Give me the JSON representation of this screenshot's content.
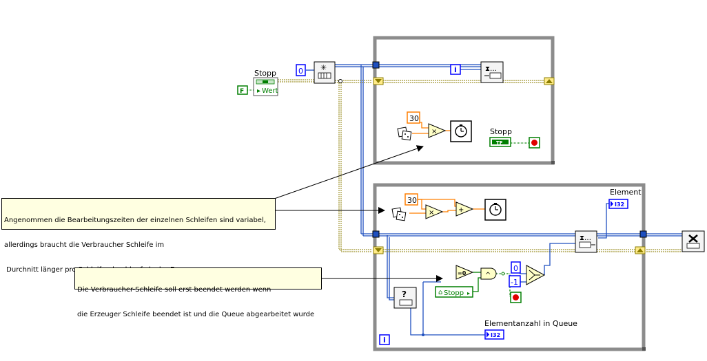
{
  "labels": {
    "stopp_control": "Stopp",
    "wert": "Wert",
    "false_const": "F",
    "const_zero": "0",
    "const_30_top": "30",
    "stopp_top": "Stopp",
    "tf_label": "TF",
    "const_30_bottom": "30",
    "element": "Element",
    "i32": "I32",
    "const_zero_bottom": "0",
    "const_minus_one": "-1",
    "stopp_local": "Stopp",
    "elementanzahl": "Elementanzahl in Queue",
    "i32_bottom": "I32",
    "iter_top": "i",
    "iter_bottom": "i",
    "question": "?",
    "eq_zero": "=0",
    "and": "^",
    "times": "×",
    "plus": "+"
  },
  "notes": {
    "note1": [
      "Angenommen die Bearbeitungszeiten der einzelnen Schleifen sind variabel,",
      "allerdings braucht die Verbraucher Schleife im",
      " Durchnitt länger pro Schleifendurchlauf als der Erzeuger."
    ],
    "note2": [
      "Die Verbraucher-Schleife soll erst beendet werden wenn",
      "die Erzeuger Schleife beendet ist und die Queue abgearbeitet wurde"
    ]
  },
  "colors": {
    "loop_border": "#8c8c8c",
    "queue_wire": "#1e4fbf",
    "error_wire": "#8b7d00",
    "numeric_orange": "#ff7f00",
    "int_blue": "#0000ff",
    "boolean_green": "#007f00",
    "note_bg": "#ffffe1"
  }
}
